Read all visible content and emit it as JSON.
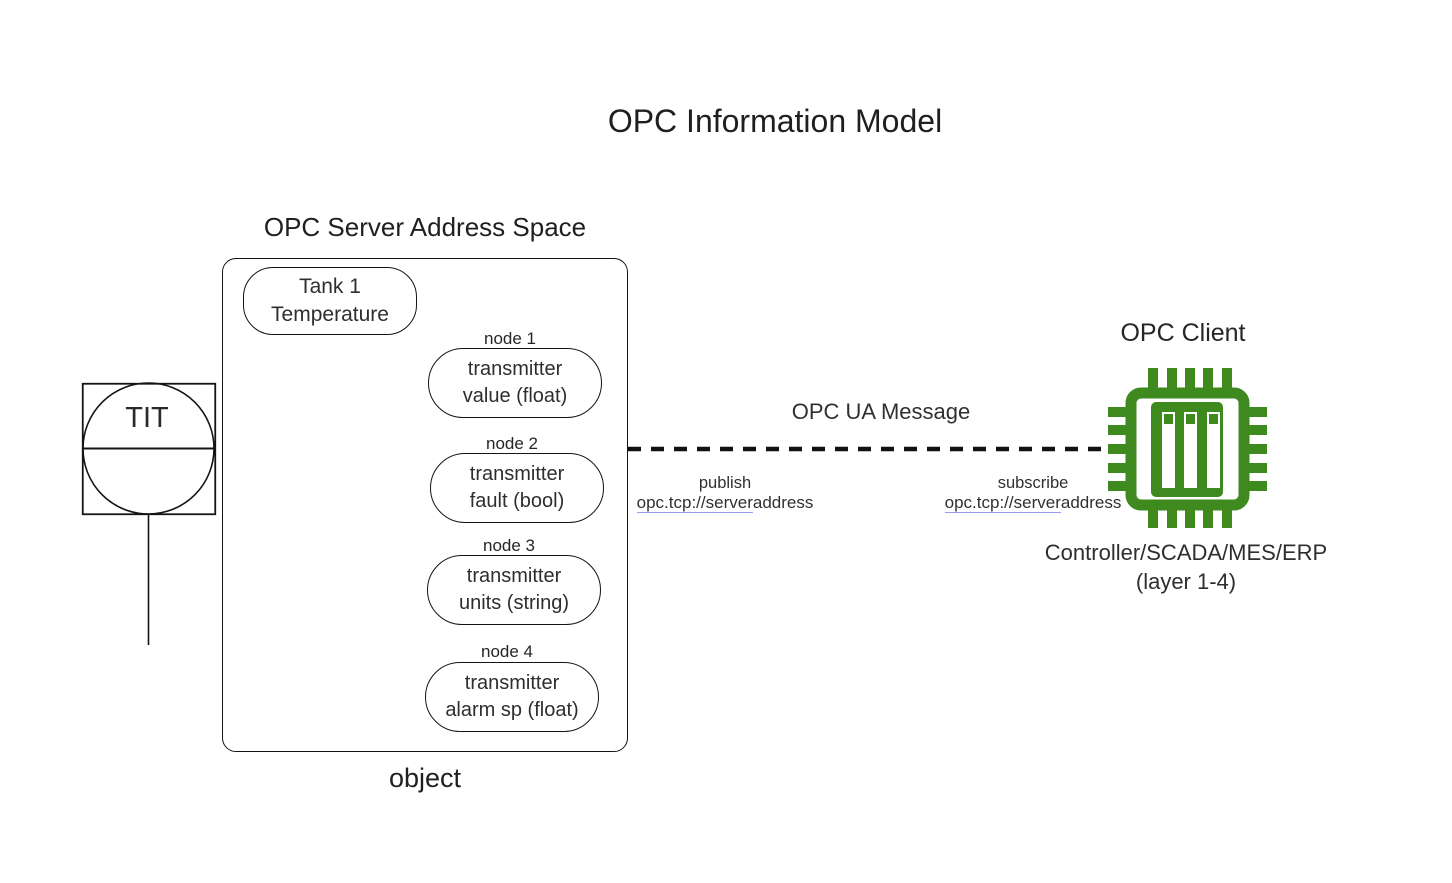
{
  "title": "OPC Information Model",
  "server": {
    "label": "OPC Server Address Space",
    "object_label": "object",
    "tank_node": {
      "line1": "Tank 1",
      "line2": "Temperature"
    },
    "nodes": [
      {
        "label": "node 1",
        "line1": "transmitter",
        "line2": "value (float)"
      },
      {
        "label": "node 2",
        "line1": "transmitter",
        "line2": "fault (bool)"
      },
      {
        "label": "node 3",
        "line1": "transmitter",
        "line2": "units (string)"
      },
      {
        "label": "node 4",
        "line1": "transmitter",
        "line2": "alarm sp (float)"
      }
    ]
  },
  "instrument": {
    "label": "TIT"
  },
  "message": {
    "label": "OPC UA Message",
    "publish": {
      "action": "publish",
      "url_main": "opc.tcp://server",
      "url_tail": "address"
    },
    "subscribe": {
      "action": "subscribe",
      "url_main": "opc.tcp://server",
      "url_tail": "address"
    }
  },
  "client": {
    "label": "OPC Client",
    "caption_line1": "Controller/SCADA/MES/ERP",
    "caption_line2": "(layer 1-4)"
  },
  "icons": {
    "chip": "microchip-icon",
    "instrument": "tit-instrument-circle-symbol"
  },
  "colors": {
    "chip_green": "#3e8a1f",
    "line_black": "#141414",
    "link_underline": "#9a9af2"
  }
}
